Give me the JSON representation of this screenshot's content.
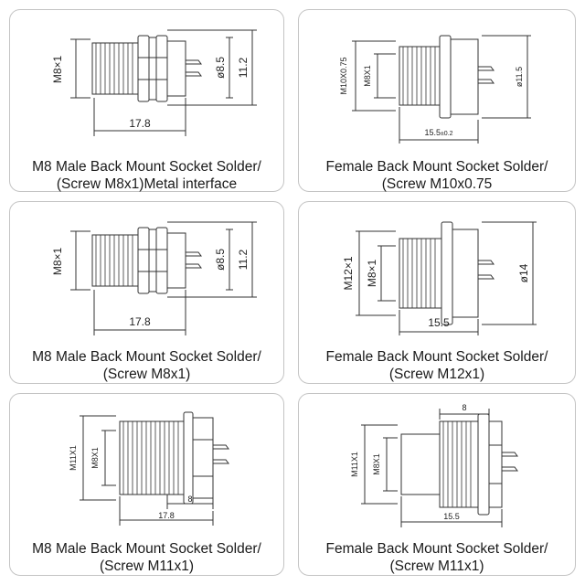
{
  "cards": [
    {
      "caption": [
        "M8 Male Back Mount Socket Solder/",
        "(Screw M8x1)Metal interface"
      ],
      "dims": {
        "thread": "M8×1",
        "pin_dia": "ø8.5",
        "height": "11.2",
        "length": "17.8"
      }
    },
    {
      "caption": [
        "Female Back Mount Socket Solder/",
        "(Screw M10x0.75"
      ],
      "dims": {
        "outer": "M10X0.75",
        "thread": "M8X1",
        "dia": "ø11.5",
        "length_main": "15.5",
        "length_tol": "±0.2"
      }
    },
    {
      "caption": [
        "M8 Male Back Mount Socket Solder/",
        "(Screw M8x1)"
      ],
      "dims": {
        "thread": "M8×1",
        "pin_dia": "ø8.5",
        "height": "11.2",
        "length": "17.8"
      }
    },
    {
      "caption": [
        "Female Back Mount Socket Solder/",
        "(Screw M12x1)"
      ],
      "dims": {
        "outer": "M12×1",
        "thread": "M8×1",
        "dia": "ø14",
        "length": "15.5"
      }
    },
    {
      "caption": [
        "M8 Male Back Mount Socket Solder/",
        "(Screw M11x1)"
      ],
      "dims": {
        "outer": "M11X1",
        "thread": "M8X1",
        "small": "8",
        "length": "17.8"
      }
    },
    {
      "caption": [
        "Female Back Mount Socket Solder/",
        "(Screw M11x1)"
      ],
      "dims": {
        "top": "8",
        "outer": "M11X1",
        "thread": "M8X1",
        "length": "15.5"
      }
    }
  ]
}
